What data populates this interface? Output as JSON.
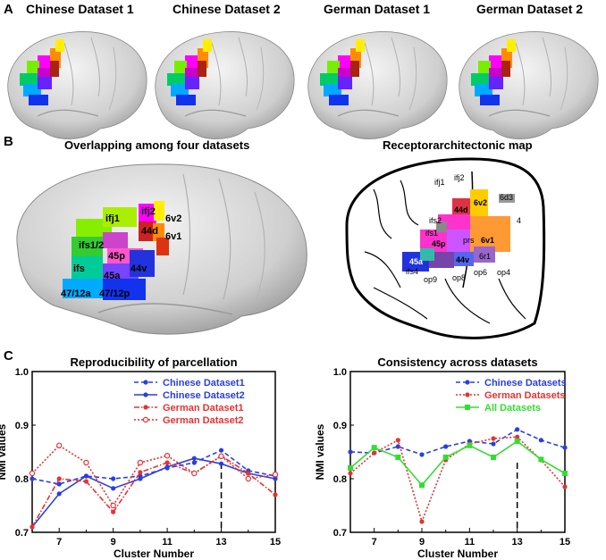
{
  "panels": {
    "A": {
      "letter": "A",
      "titles": [
        "Chinese Dataset 1",
        "Chinese Dataset 2",
        "German Dataset 1",
        "German Dataset 2"
      ]
    },
    "B": {
      "letter": "B",
      "left_title": "Overlapping among four datasets",
      "right_title": "Receptorarchitectonic map",
      "left_labels": [
        "ifj2",
        "6v2",
        "ifj1",
        "44d",
        "6v1",
        "ifs1/2",
        "45p",
        "44v",
        "ifs",
        "45a",
        "47/12a",
        "47/12p"
      ],
      "right_labels": [
        "ifj1",
        "ifj2",
        "6d3",
        "ifs2",
        "44d",
        "6v2",
        "4",
        "ifs1",
        "45p",
        "prs",
        "6v1",
        "45a",
        "ifs4",
        "44v",
        "6r1",
        "op9",
        "op8",
        "op6",
        "op4"
      ]
    },
    "C": {
      "letter": "C"
    }
  },
  "chart_data": [
    {
      "type": "line",
      "title": "Reproducibility of parcellation",
      "xlabel": "Cluster Number",
      "ylabel": "NMI values",
      "xlim": [
        6,
        15
      ],
      "ylim": [
        0.7,
        1.0
      ],
      "xticks": [
        7,
        9,
        11,
        13,
        15
      ],
      "yticks": [
        0.7,
        0.8,
        0.9,
        1.0
      ],
      "ytick_labels": [
        "0.7",
        "0.8",
        "0.9",
        "1.0"
      ],
      "vline": 13,
      "legend_position": "top-right",
      "x": [
        6,
        7,
        8,
        9,
        10,
        11,
        12,
        13,
        14,
        15
      ],
      "series": [
        {
          "name": "Chinese Dataset1",
          "color": "#2a3fe0",
          "dash": "dashed",
          "marker": "circle",
          "values": [
            0.8,
            0.79,
            0.805,
            0.8,
            0.805,
            0.82,
            0.83,
            0.853,
            0.815,
            0.805
          ]
        },
        {
          "name": "Chinese Dataset2",
          "color": "#2a3fe0",
          "dash": "solid",
          "marker": "circle",
          "values": [
            0.71,
            0.772,
            0.805,
            0.782,
            0.8,
            0.822,
            0.838,
            0.828,
            0.81,
            0.8
          ]
        },
        {
          "name": "German Dataset1",
          "color": "#e63232",
          "dash": "dashdot",
          "marker": "circle",
          "values": [
            0.71,
            0.8,
            0.795,
            0.738,
            0.812,
            0.83,
            0.81,
            0.843,
            0.81,
            0.77
          ]
        },
        {
          "name": "German Dataset2",
          "color": "#e63232",
          "dash": "dotted",
          "marker": "circle-open",
          "values": [
            0.81,
            0.862,
            0.83,
            0.75,
            0.83,
            0.843,
            0.81,
            0.842,
            0.8,
            0.808
          ]
        }
      ]
    },
    {
      "type": "line",
      "title": "Consistency across datasets",
      "xlabel": "Cluster Number",
      "ylabel": "NMI values",
      "xlim": [
        6,
        15
      ],
      "ylim": [
        0.7,
        1.0
      ],
      "xticks": [
        7,
        9,
        11,
        13,
        15
      ],
      "yticks": [
        0.7,
        0.8,
        0.9,
        1.0
      ],
      "ytick_labels": [
        "0.7",
        "0.8",
        "0.9",
        "1.0"
      ],
      "vline": 13,
      "legend_position": "top-right",
      "x": [
        6,
        7,
        8,
        9,
        10,
        11,
        12,
        13,
        14,
        15
      ],
      "series": [
        {
          "name": "Chinese Datasets",
          "color": "#2a3fe0",
          "dash": "dashed",
          "marker": "circle",
          "values": [
            0.85,
            0.848,
            0.86,
            0.845,
            0.86,
            0.87,
            0.865,
            0.892,
            0.872,
            0.858
          ]
        },
        {
          "name": "German Datasets",
          "color": "#e63232",
          "dash": "dotted",
          "marker": "circle",
          "values": [
            0.81,
            0.848,
            0.872,
            0.72,
            0.835,
            0.865,
            0.875,
            0.878,
            0.835,
            0.785
          ]
        },
        {
          "name": "All Datasets",
          "color": "#33dd33",
          "dash": "solid",
          "marker": "square",
          "values": [
            0.82,
            0.858,
            0.84,
            0.788,
            0.84,
            0.862,
            0.84,
            0.87,
            0.836,
            0.81
          ]
        }
      ]
    }
  ]
}
